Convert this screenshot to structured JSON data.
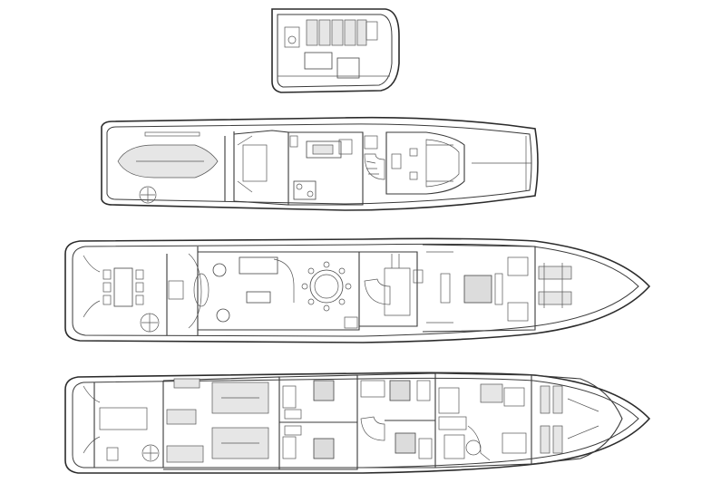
{
  "diagram": {
    "decks": [
      {
        "key": "sun"
      },
      {
        "key": "bridge"
      },
      {
        "key": "main"
      },
      {
        "key": "lower"
      }
    ]
  },
  "colors": {
    "line": "#2b2b2b",
    "fill_dark": "#dcdcdc",
    "fill_light": "#e6e6e6",
    "background": "#ffffff"
  }
}
